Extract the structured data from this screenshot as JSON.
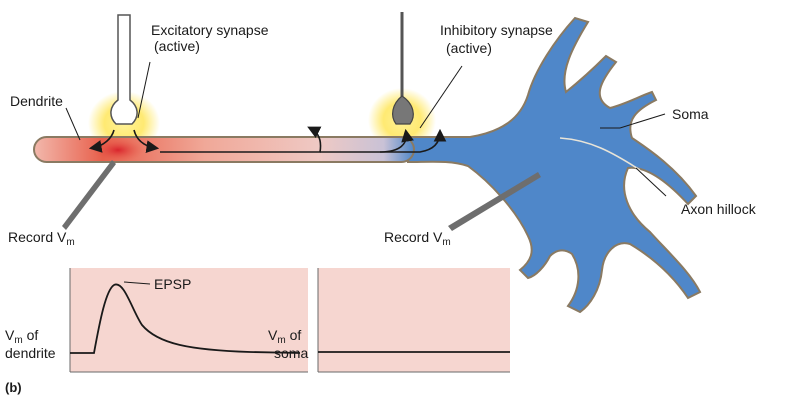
{
  "labels": {
    "excitatory_line1": "Excitatory synapse",
    "excitatory_line2": "(active)",
    "inhibitory_line1": "Inhibitory synapse",
    "inhibitory_line2": "(active)",
    "dendrite": "Dendrite",
    "soma": "Soma",
    "axon_hillock": "Axon hillock",
    "record_left_main": "Record V",
    "record_left_sub": "m",
    "record_right_main": "Record V",
    "record_right_sub": "m",
    "epsp": "EPSP",
    "vm_dendrite_main": "V",
    "vm_dendrite_sub": "m",
    "vm_dendrite_tail": " of",
    "vm_dendrite_line2": "dendrite",
    "vm_soma_main": "V",
    "vm_soma_sub": "m",
    "vm_soma_tail": " of",
    "vm_soma_line2": "soma",
    "panel": "(b)"
  },
  "colors": {
    "dendrite_red": "#e24a3a",
    "dendrite_pink": "#f2b8ac",
    "neuron_blue": "#4f87c9",
    "membrane_edge": "#8a7a62",
    "glow": "#ffe65a",
    "plot_bg": "#f6d6d0",
    "trace": "#1a1a1a"
  }
}
